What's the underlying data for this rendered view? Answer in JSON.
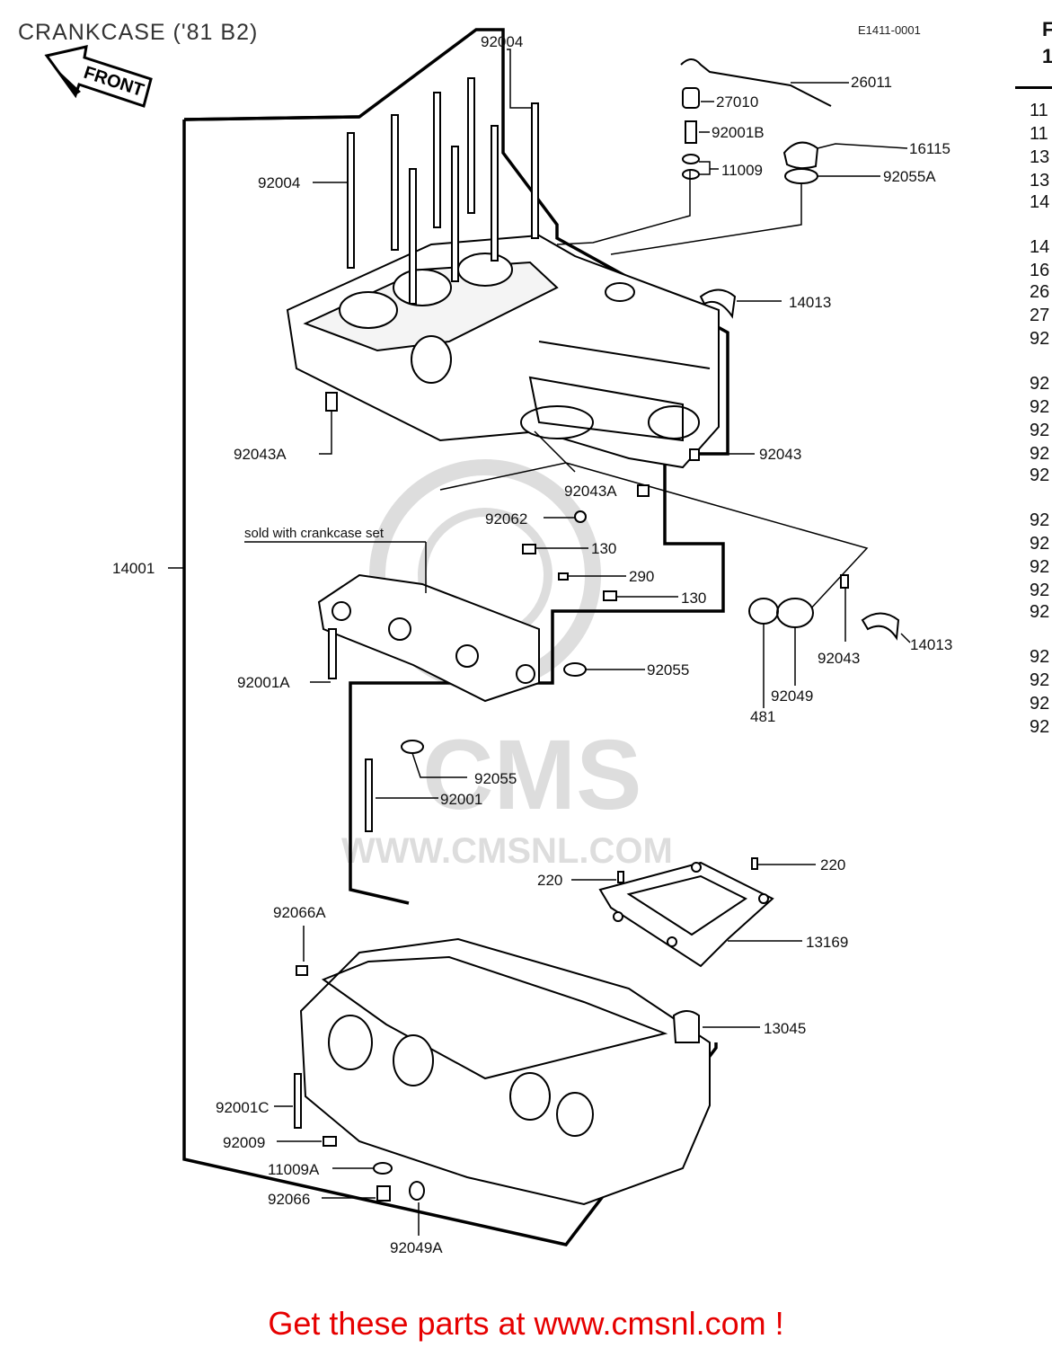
{
  "header": {
    "title": "CRANKCASE ('81 B2)",
    "diagram_code": "E1411-0001"
  },
  "front_arrow": {
    "label": "FRONT"
  },
  "note": "sold with crankcase set",
  "watermark": {
    "logo": "CMS",
    "url": "WWW.CMSNL.COM"
  },
  "callouts": {
    "p92004_top": "92004",
    "p92004_left": "92004",
    "p26011": "26011",
    "p27010": "27010",
    "p92001B": "92001B",
    "p16115": "16115",
    "p11009": "11009",
    "p92055A": "92055A",
    "p14013_top": "14013",
    "p92043A_left": "92043A",
    "p92043_right": "92043",
    "p92043A_mid": "92043A",
    "p92062": "92062",
    "p130_a": "130",
    "p290": "290",
    "p130_b": "130",
    "p14001": "14001",
    "p92001A": "92001A",
    "p92055_a": "92055",
    "p92043_b": "92043",
    "p14013_b": "14013",
    "p92049": "92049",
    "p481": "481",
    "p92055_b": "92055",
    "p92001": "92001",
    "p220_a": "220",
    "p220_b": "220",
    "p92066A": "92066A",
    "p13169": "13169",
    "p13045": "13045",
    "p92001C": "92001C",
    "p92009": "92009",
    "p11009A": "11009A",
    "p92066": "92066",
    "p92049A": "92049A"
  },
  "parts_list": {
    "header_top": "F",
    "header_bottom": "1",
    "items": [
      "11",
      "11",
      "13",
      "13",
      "14",
      "14",
      "16",
      "26",
      "27",
      "92",
      "92",
      "92",
      "92",
      "92",
      "92",
      "92",
      "92",
      "92",
      "92",
      "92",
      "92",
      "92",
      "92",
      "92"
    ]
  },
  "cta": "Get these parts at www.cmsnl.com !"
}
